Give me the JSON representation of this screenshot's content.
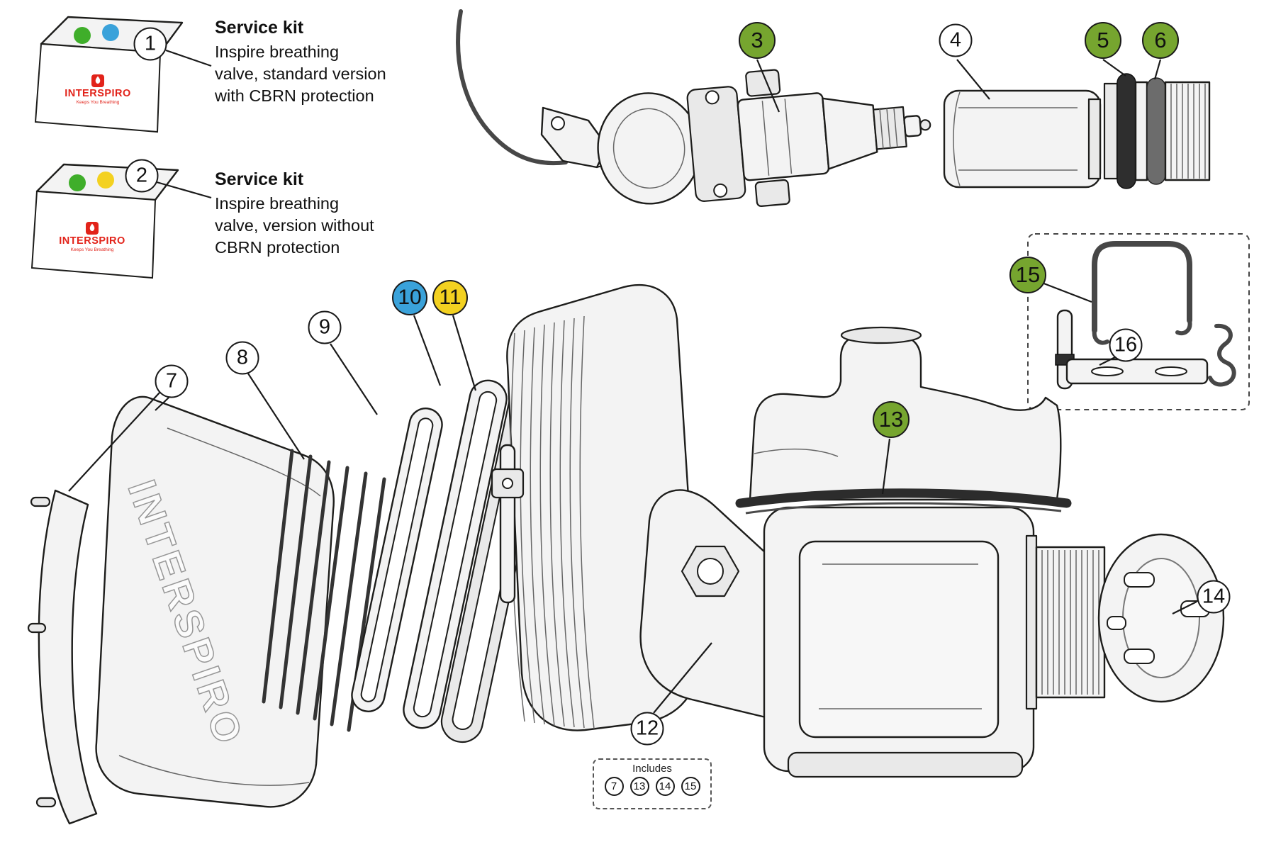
{
  "brand": {
    "name": "INTERSPIRO",
    "tagline": "Keeps You Breathing"
  },
  "service_kits": [
    {
      "callout": "1",
      "title": "Service kit",
      "desc": [
        "Inspire breathing",
        "valve, standard version",
        "with CBRN protection"
      ],
      "dots": [
        "green",
        "blue"
      ]
    },
    {
      "callout": "2",
      "title": "Service kit",
      "desc": [
        "Inspire breathing",
        "valve, version without",
        "CBRN protection"
      ],
      "dots": [
        "green",
        "yellow"
      ]
    }
  ],
  "callouts": {
    "c1": {
      "number": "1",
      "color": "white"
    },
    "c2": {
      "number": "2",
      "color": "white"
    },
    "c3": {
      "number": "3",
      "color": "green"
    },
    "c4": {
      "number": "4",
      "color": "white"
    },
    "c5": {
      "number": "5",
      "color": "green"
    },
    "c6": {
      "number": "6",
      "color": "green"
    },
    "c7": {
      "number": "7",
      "color": "white"
    },
    "c8": {
      "number": "8",
      "color": "white"
    },
    "c9": {
      "number": "9",
      "color": "white"
    },
    "c10": {
      "number": "10",
      "color": "blue"
    },
    "c11": {
      "number": "11",
      "color": "yellow"
    },
    "c12": {
      "number": "12",
      "color": "white"
    },
    "c13": {
      "number": "13",
      "color": "green"
    },
    "c14": {
      "number": "14",
      "color": "white"
    },
    "c15": {
      "number": "15",
      "color": "green"
    },
    "c16": {
      "number": "16",
      "color": "white"
    }
  },
  "includes": {
    "label": "Includes",
    "items": [
      "7",
      "13",
      "14",
      "15"
    ]
  },
  "colors": {
    "green": "#76a52f",
    "blue": "#3aa2da",
    "yellow": "#f3d120",
    "kit_green": "#3fae2a",
    "red": "#e2231a",
    "ink": "#1d1d1b"
  }
}
